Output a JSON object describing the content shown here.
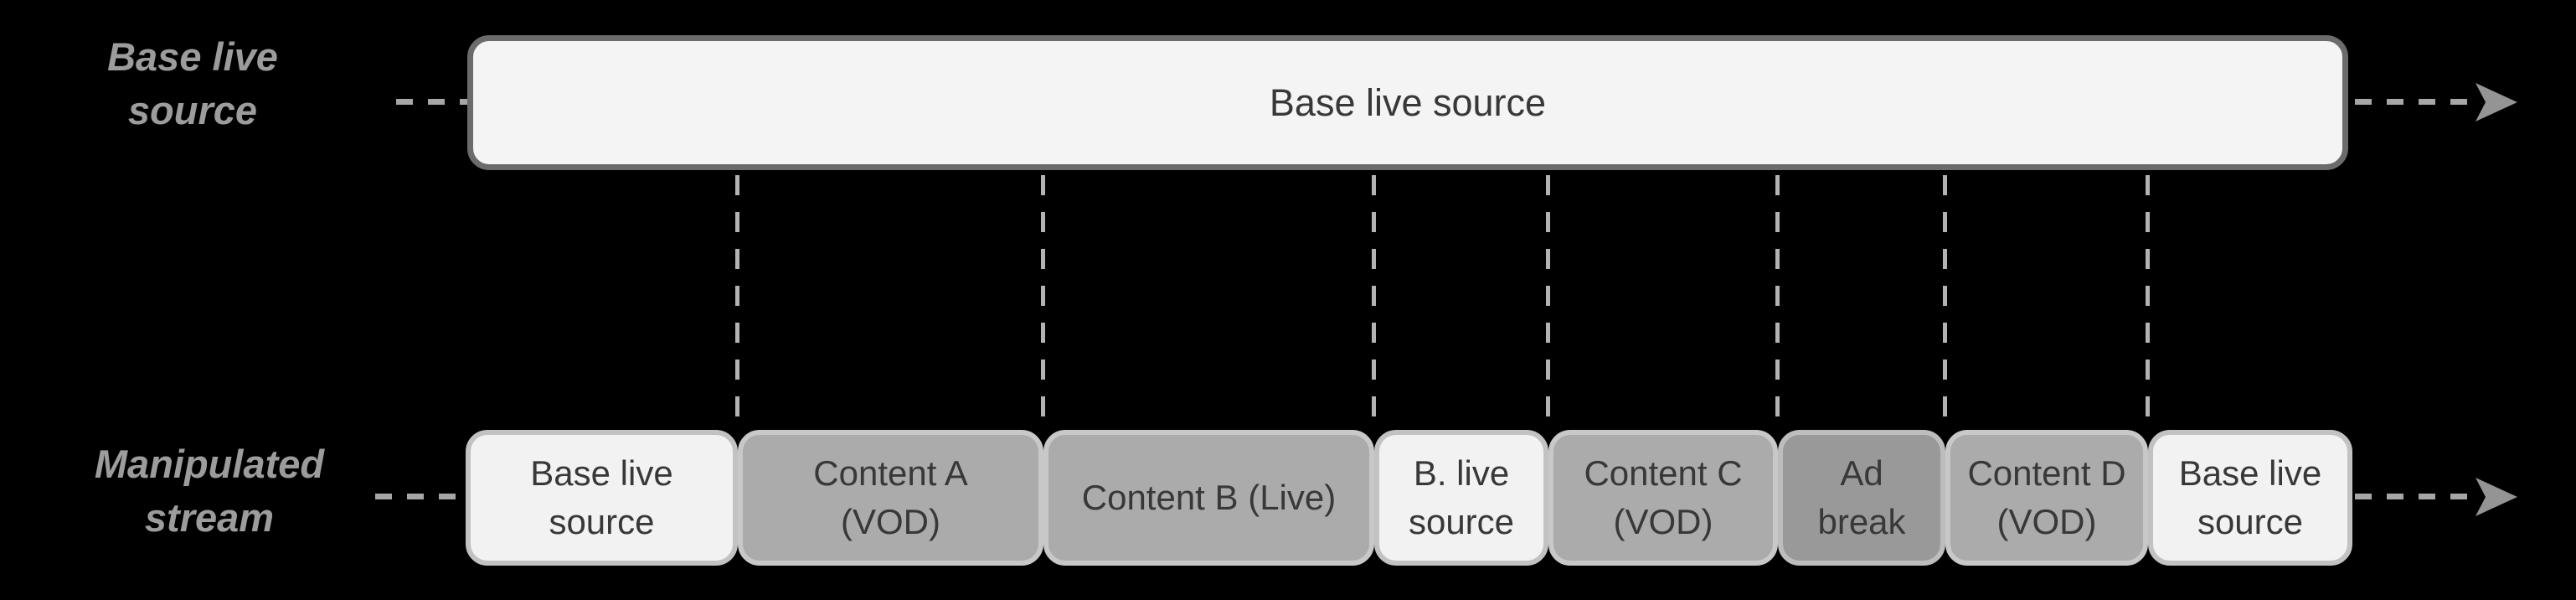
{
  "diagram": {
    "rows": {
      "base": {
        "label": "Base live\nsource",
        "bar_label": "Base live source"
      },
      "manipulated": {
        "label": "Manipulated\nstream",
        "segments": [
          {
            "label": "Base live\nsource",
            "type": "light"
          },
          {
            "label": "Content A\n(VOD)",
            "type": "vod"
          },
          {
            "label": "Content B (Live)",
            "type": "vod"
          },
          {
            "label": "B. live\nsource",
            "type": "light"
          },
          {
            "label": "Content C\n(VOD)",
            "type": "vod"
          },
          {
            "label": "Ad\nbreak",
            "type": "ad"
          },
          {
            "label": "Content D\n(VOD)",
            "type": "vod"
          },
          {
            "label": "Base live\nsource",
            "type": "light"
          }
        ]
      }
    },
    "colors": {
      "background": "#000000",
      "bar_fill": "#f4f4f4",
      "bar_border": "#6b6b6b",
      "light_segment_fill": "#f2f2f2",
      "light_segment_border": "#c2c2c2",
      "vod_segment_fill": "#ababab",
      "vod_segment_border": "#c8c8c8",
      "ad_segment_fill": "#999999",
      "ad_segment_border": "#bdbdbd",
      "box_text": "#383838",
      "row_label_text": "#9c9c9c",
      "dash_line": "#a6a6a6",
      "boundary_dash_line": "#b3b3b3",
      "arrowhead": "#949494"
    }
  }
}
